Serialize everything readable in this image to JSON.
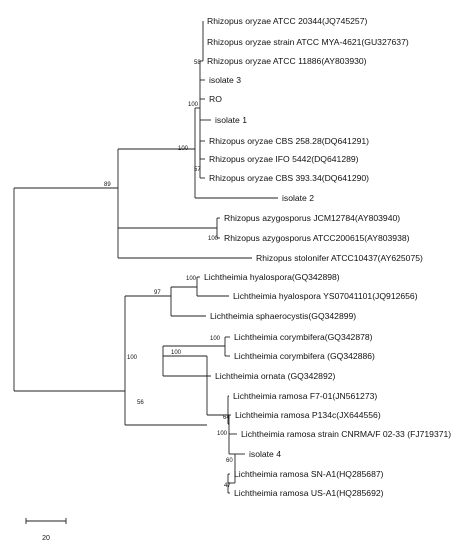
{
  "tree": {
    "taxa": [
      "Rhizopus oryzae ATCC 20344(JQ745257)",
      "Rhizopus oryzae strain ATCC MYA-4621(GU327637)",
      "Rhizopus oryzae ATCC 11886(AY803930)",
      "isolate 3",
      "RO",
      "isolate 1",
      "Rhizopus oryzae CBS 258.28(DQ641291)",
      "Rhizopus oryzae IFO 5442(DQ641289)",
      "Rhizopus oryzae CBS 393.34(DQ641290)",
      "isolate 2",
      "Rhizopus azygosporus JCM12784(AY803940)",
      "Rhizopus azygosporus ATCC200615(AY803938)",
      "Rhizopus stolonifer ATCC10437(AY625075)",
      "Lichtheimia hyalospora(GQ342898)",
      "Lichtheimia hyalospora YS07041101(JQ912656)",
      "Lichtheimia sphaerocystis(GQ342899)",
      "Lichtheimia corymbifera(GQ342878)",
      "Lichtheimia corymbifera (GQ342886)",
      "Lichtheimia ornata (GQ342892)",
      "Lichtheimia ramosa F7-01(JN561273)",
      "Lichtheimia ramosa P134c(JX644556)",
      "Lichtheimia ramosa strain CNRMA/F 02-33 (FJ719371)",
      "isolate 4",
      "Lichtheimia ramosa SN-A1(HQ285687)",
      "Lichtheimia ramosa US-A1(HQ285692)"
    ],
    "support_values": [
      "58",
      "100",
      "100",
      "57",
      "89",
      "100",
      "100",
      "97",
      "100",
      "100",
      "100",
      "56",
      "64",
      "100",
      "60",
      "47"
    ],
    "scale_bar_label": "20"
  }
}
